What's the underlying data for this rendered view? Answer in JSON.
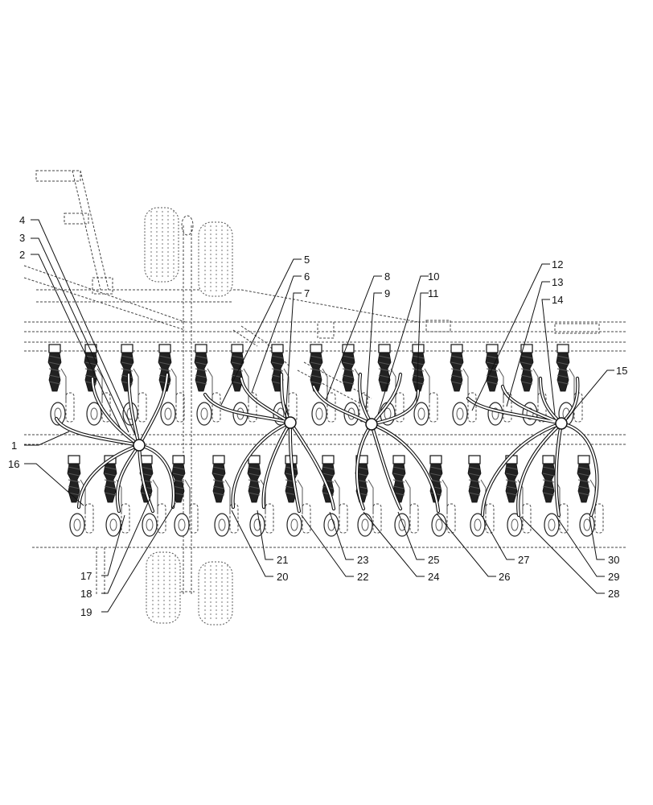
{
  "callouts": {
    "c1": "1",
    "c2": "2",
    "c3": "3",
    "c4": "4",
    "c5": "5",
    "c6": "6",
    "c7": "7",
    "c8": "8",
    "c9": "9",
    "c10": "10",
    "c11": "11",
    "c12": "12",
    "c13": "13",
    "c14": "14",
    "c15": "15",
    "c16": "16",
    "c17": "17",
    "c18": "18",
    "c19": "19",
    "c20": "20",
    "c21": "21",
    "c22": "22",
    "c23": "23",
    "c24": "24",
    "c25": "25",
    "c26": "26",
    "c27": "27",
    "c28": "28",
    "c29": "29",
    "c30": "30"
  },
  "colors": {
    "line": "#111111",
    "background": "#ffffff"
  }
}
